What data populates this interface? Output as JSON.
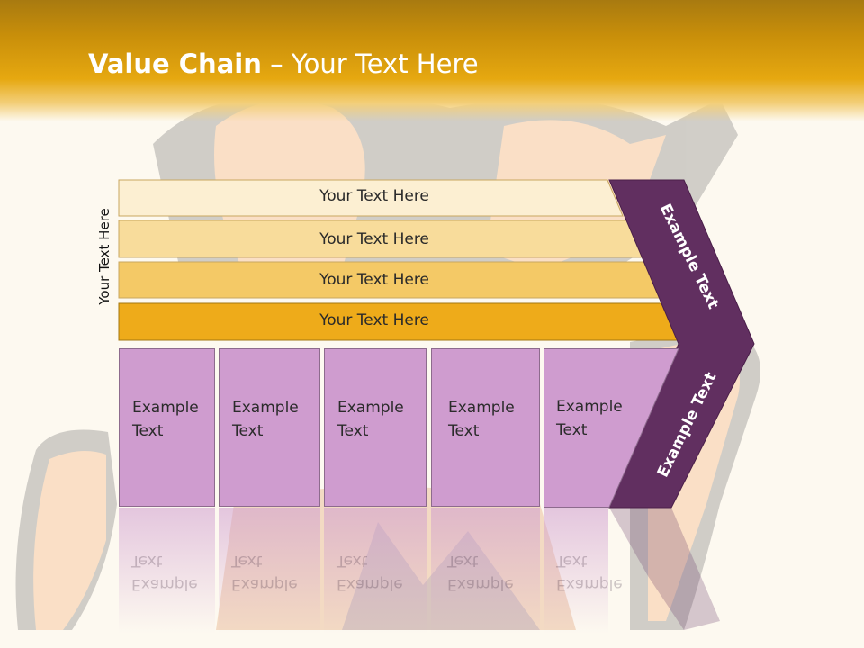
{
  "title": {
    "bold": "Value Chain",
    "rest": " – Your Text Here"
  },
  "side_label": "Your Text Here",
  "support_rows": [
    {
      "label": "Your Text Here",
      "color": "#fcefd2"
    },
    {
      "label": "Your Text Here",
      "color": "#f8dc9b"
    },
    {
      "label": "Your Text Here",
      "color": "#f4c966"
    },
    {
      "label": "Your Text Here",
      "color": "#eeab1a"
    }
  ],
  "primary_boxes": [
    {
      "line1": "Example",
      "line2": "Text"
    },
    {
      "line1": "Example",
      "line2": "Text"
    },
    {
      "line1": "Example",
      "line2": "Text"
    },
    {
      "line1": "Example",
      "line2": "Text"
    },
    {
      "line1": "Example",
      "line2": "Text"
    }
  ],
  "chevron": {
    "upper": "Example Text",
    "lower": "Example Text",
    "color": "#612f60"
  },
  "colors": {
    "header": "#e6a810",
    "box": "#cf9ccf"
  }
}
